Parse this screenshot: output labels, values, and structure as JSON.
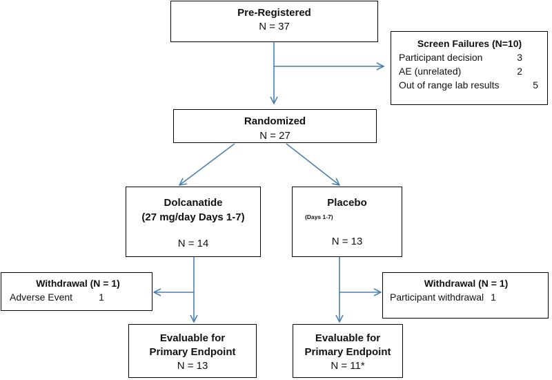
{
  "pre_registered": {
    "title": "Pre-Registered",
    "n": "N = 37"
  },
  "screen_failures": {
    "title": "Screen Failures (N=10)",
    "items": [
      {
        "label": "Participant decision",
        "count": "3"
      },
      {
        "label": "AE (unrelated)",
        "count": "2"
      },
      {
        "label": "Out of range lab results",
        "count": "5"
      }
    ]
  },
  "randomized": {
    "title": "Randomized",
    "n": "N = 27"
  },
  "dolcanatide": {
    "title_line1": "Dolcanatide",
    "title_line2": "(27 mg/day Days 1-7)",
    "n": "N = 14"
  },
  "placebo": {
    "title": "Placebo",
    "subtitle": "(Days 1-7)",
    "n": "N = 13"
  },
  "withdrawal_left": {
    "title": "Withdrawal (N = 1)",
    "item_label": "Adverse Event",
    "item_count": "1"
  },
  "withdrawal_right": {
    "title": "Withdrawal (N = 1)",
    "item_label": "Participant withdrawal",
    "item_count": "1"
  },
  "evaluable_left": {
    "line1": "Evaluable for",
    "line2": "Primary Endpoint",
    "n": "N = 13"
  },
  "evaluable_right": {
    "line1": "Evaluable for",
    "line2": "Primary Endpoint",
    "n": "N = 11*"
  },
  "colors": {
    "arrow": "#4a7fb5",
    "border": "#000000"
  }
}
